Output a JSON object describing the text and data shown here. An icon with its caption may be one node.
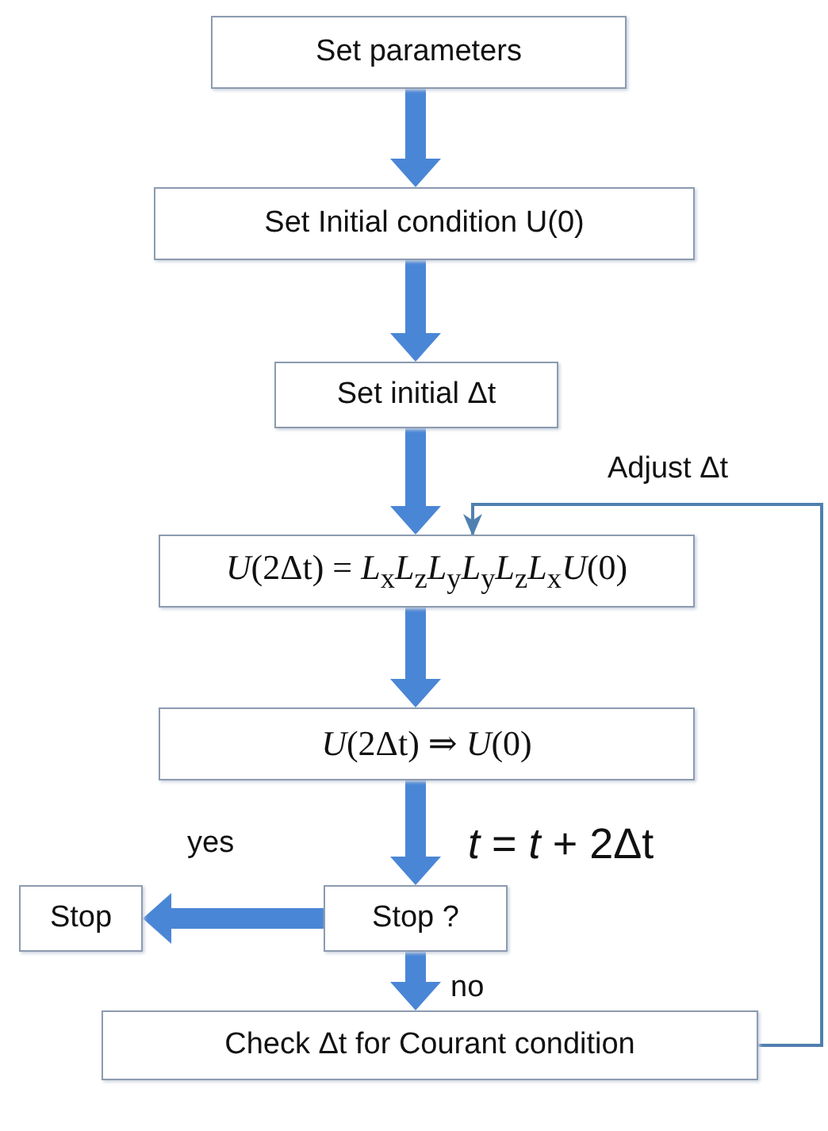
{
  "diagram": {
    "nodes": [
      {
        "text": [
          "Set parameters"
        ]
      },
      {
        "text": [
          "Set Initial condition U(0)"
        ]
      },
      {
        "text": [
          "Set initial Δt"
        ]
      },
      {
        "text": [
          "*U*(2Δt) = *L*$_{x}$*L*$_{z}$*L*$_{y}$*L*$_{y}$*L*$_{z}$*L*$_{x}$*U*(0)"
        ]
      },
      {
        "text": [
          "*U*(2Δt) ⇒ *U*(0)"
        ]
      },
      {
        "text": [
          "Stop ?"
        ]
      },
      {
        "text": [
          "Stop"
        ]
      },
      {
        "text": [
          "Check Δt for Courant condition"
        ]
      }
    ],
    "edges": [
      {
        "from": 0,
        "to": 1,
        "arrow": "to"
      },
      {
        "from": 1,
        "to": 2,
        "arrow": "to"
      },
      {
        "from": 2,
        "to": 3,
        "arrow": "to"
      },
      {
        "from": 3,
        "to": 4,
        "arrow": "to"
      },
      {
        "from": 4,
        "to": 5,
        "arrow": "to",
        "label": "*t* = *t* + 2Δt"
      },
      {
        "from": 5,
        "to": 6,
        "arrow": "to",
        "label": "yes"
      },
      {
        "from": 5,
        "to": 7,
        "arrow": "to",
        "label": "no"
      },
      {
        "from": 7,
        "to": 3,
        "arrow": "to",
        "label": "Adjust Δt",
        "color": "#4f80b0"
      }
    ]
  }
}
